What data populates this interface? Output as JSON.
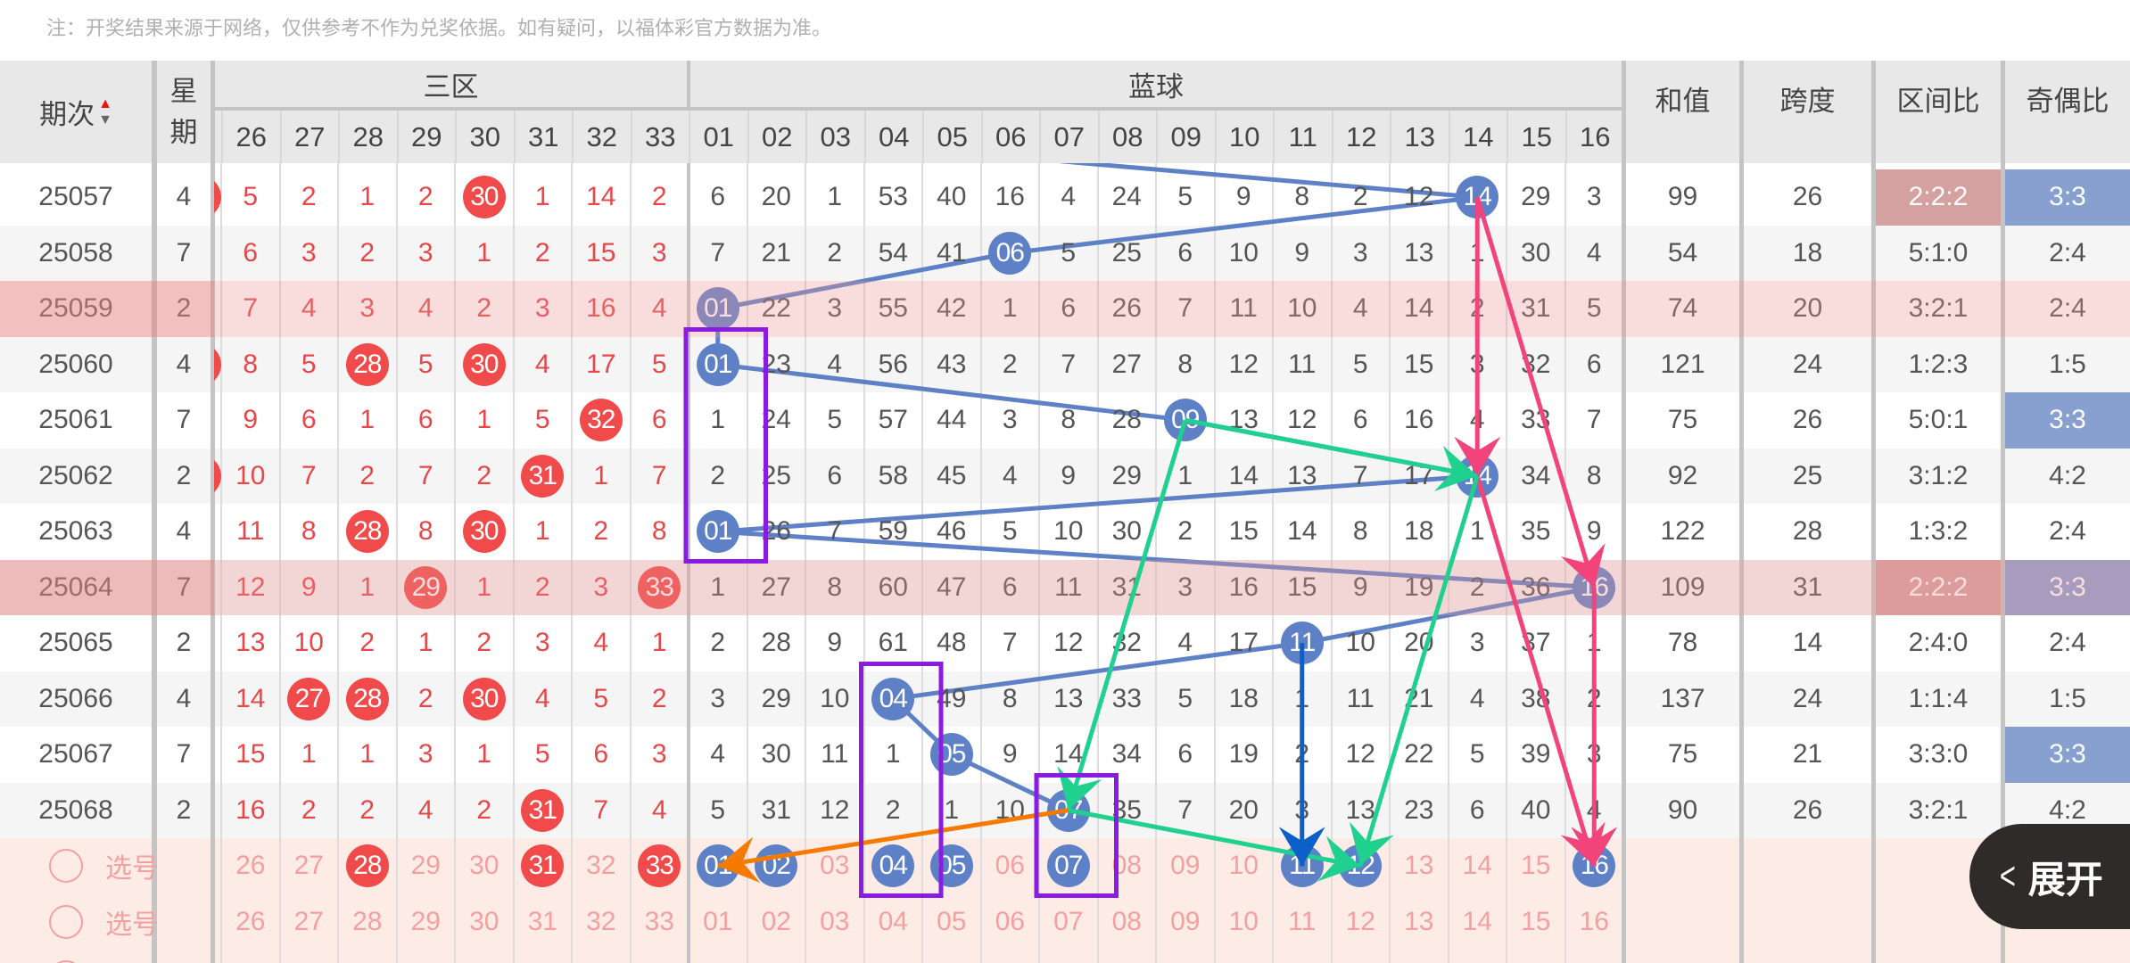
{
  "note": "注：开奖结果来源于网络，仅供参考不作为兑奖依据。如有疑问，以福体彩官方数据为准。",
  "header": {
    "period_label": "期次",
    "week_label": "星期",
    "red_zone_label": "三区",
    "blue_zone_label": "蓝球",
    "red_numbers": [
      "26",
      "27",
      "28",
      "29",
      "30",
      "31",
      "32",
      "33"
    ],
    "blue_numbers": [
      "01",
      "02",
      "03",
      "04",
      "05",
      "06",
      "07",
      "08",
      "09",
      "10",
      "11",
      "12",
      "13",
      "14",
      "15",
      "16"
    ],
    "sum_label": "和值",
    "span_label": "跨度",
    "zone_ratio_label": "区间比",
    "odd_even_label": "奇偶比",
    "sort_icon": "sort-up-down-icon"
  },
  "rows": [
    {
      "period": "25057",
      "week": "4",
      "red": [
        "5",
        "2",
        "1",
        "2",
        "30",
        "1",
        "14",
        "2"
      ],
      "red_hits": [
        "30"
      ],
      "blue": [
        "6",
        "20",
        "1",
        "53",
        "40",
        "16",
        "4",
        "24",
        "5",
        "9",
        "8",
        "2",
        "12",
        "14",
        "29",
        "3"
      ],
      "blue_hit": "14",
      "sum": "99",
      "span": "26",
      "zone_ratio": "2:2:2",
      "zone_ratio_marked": true,
      "odd_even": "3:3",
      "odd_even_marked": true,
      "highlighted": false
    },
    {
      "period": "25058",
      "week": "7",
      "red": [
        "6",
        "3",
        "2",
        "3",
        "1",
        "2",
        "15",
        "3"
      ],
      "red_hits": [],
      "blue": [
        "7",
        "21",
        "2",
        "54",
        "41",
        "06",
        "5",
        "25",
        "6",
        "10",
        "9",
        "3",
        "13",
        "1",
        "30",
        "4"
      ],
      "blue_hit": "06",
      "sum": "54",
      "span": "18",
      "zone_ratio": "5:1:0",
      "zone_ratio_marked": false,
      "odd_even": "2:4",
      "odd_even_marked": false,
      "highlighted": false
    },
    {
      "period": "25059",
      "week": "2",
      "red": [
        "7",
        "4",
        "3",
        "4",
        "2",
        "3",
        "16",
        "4"
      ],
      "red_hits": [],
      "blue": [
        "01",
        "22",
        "3",
        "55",
        "42",
        "1",
        "6",
        "26",
        "7",
        "11",
        "10",
        "4",
        "14",
        "2",
        "31",
        "5"
      ],
      "blue_hit": "01",
      "sum": "74",
      "span": "20",
      "zone_ratio": "3:2:1",
      "zone_ratio_marked": false,
      "odd_even": "2:4",
      "odd_even_marked": false,
      "highlighted": true
    },
    {
      "period": "25060",
      "week": "4",
      "red": [
        "8",
        "5",
        "28",
        "5",
        "30",
        "4",
        "17",
        "5"
      ],
      "red_hits": [
        "28",
        "30"
      ],
      "blue": [
        "01",
        "23",
        "4",
        "56",
        "43",
        "2",
        "7",
        "27",
        "8",
        "12",
        "11",
        "5",
        "15",
        "3",
        "32",
        "6"
      ],
      "blue_hit": "01",
      "sum": "121",
      "span": "24",
      "zone_ratio": "1:2:3",
      "zone_ratio_marked": false,
      "odd_even": "1:5",
      "odd_even_marked": false,
      "highlighted": false
    },
    {
      "period": "25061",
      "week": "7",
      "red": [
        "9",
        "6",
        "1",
        "6",
        "1",
        "5",
        "32",
        "6"
      ],
      "red_hits": [
        "32"
      ],
      "blue": [
        "1",
        "24",
        "5",
        "57",
        "44",
        "3",
        "8",
        "28",
        "09",
        "13",
        "12",
        "6",
        "16",
        "4",
        "33",
        "7"
      ],
      "blue_hit": "09",
      "sum": "75",
      "span": "26",
      "zone_ratio": "5:0:1",
      "zone_ratio_marked": false,
      "odd_even": "3:3",
      "odd_even_marked": true,
      "highlighted": false
    },
    {
      "period": "25062",
      "week": "2",
      "red": [
        "10",
        "7",
        "2",
        "7",
        "2",
        "31",
        "1",
        "7"
      ],
      "red_hits": [
        "31"
      ],
      "blue": [
        "2",
        "25",
        "6",
        "58",
        "45",
        "4",
        "9",
        "29",
        "1",
        "14",
        "13",
        "7",
        "17",
        "14",
        "34",
        "8"
      ],
      "blue_hit": "14",
      "sum": "92",
      "span": "25",
      "zone_ratio": "3:1:2",
      "zone_ratio_marked": false,
      "odd_even": "4:2",
      "odd_even_marked": false,
      "highlighted": false
    },
    {
      "period": "25063",
      "week": "4",
      "red": [
        "11",
        "8",
        "28",
        "8",
        "30",
        "1",
        "2",
        "8"
      ],
      "red_hits": [
        "28",
        "30"
      ],
      "blue": [
        "01",
        "26",
        "7",
        "59",
        "46",
        "5",
        "10",
        "30",
        "2",
        "15",
        "14",
        "8",
        "18",
        "1",
        "35",
        "9"
      ],
      "blue_hit": "01",
      "sum": "122",
      "span": "28",
      "zone_ratio": "1:3:2",
      "zone_ratio_marked": false,
      "odd_even": "2:4",
      "odd_even_marked": false,
      "highlighted": false
    },
    {
      "period": "25064",
      "week": "7",
      "red": [
        "12",
        "9",
        "1",
        "29",
        "1",
        "2",
        "3",
        "33"
      ],
      "red_hits": [
        "29",
        "33"
      ],
      "blue": [
        "1",
        "27",
        "8",
        "60",
        "47",
        "6",
        "11",
        "31",
        "3",
        "16",
        "15",
        "9",
        "19",
        "2",
        "36",
        "16"
      ],
      "blue_hit": "16",
      "sum": "109",
      "span": "31",
      "zone_ratio": "2:2:2",
      "zone_ratio_marked": true,
      "odd_even": "3:3",
      "odd_even_marked": true,
      "highlighted": true
    },
    {
      "period": "25065",
      "week": "2",
      "red": [
        "13",
        "10",
        "2",
        "1",
        "2",
        "3",
        "4",
        "1"
      ],
      "red_hits": [],
      "blue": [
        "2",
        "28",
        "9",
        "61",
        "48",
        "7",
        "12",
        "32",
        "4",
        "17",
        "11",
        "10",
        "20",
        "3",
        "37",
        "1"
      ],
      "blue_hit": "11",
      "sum": "78",
      "span": "14",
      "zone_ratio": "2:4:0",
      "zone_ratio_marked": false,
      "odd_even": "2:4",
      "odd_even_marked": false,
      "highlighted": false
    },
    {
      "period": "25066",
      "week": "4",
      "red": [
        "14",
        "27",
        "28",
        "2",
        "30",
        "4",
        "5",
        "2"
      ],
      "red_hits": [
        "27",
        "28",
        "30"
      ],
      "blue": [
        "3",
        "29",
        "10",
        "04",
        "49",
        "8",
        "13",
        "33",
        "5",
        "18",
        "1",
        "11",
        "21",
        "4",
        "38",
        "2"
      ],
      "blue_hit": "04",
      "sum": "137",
      "span": "24",
      "zone_ratio": "1:1:4",
      "zone_ratio_marked": false,
      "odd_even": "1:5",
      "odd_even_marked": false,
      "highlighted": false
    },
    {
      "period": "25067",
      "week": "7",
      "red": [
        "15",
        "1",
        "1",
        "3",
        "1",
        "5",
        "6",
        "3"
      ],
      "red_hits": [],
      "blue": [
        "4",
        "30",
        "11",
        "1",
        "05",
        "9",
        "14",
        "34",
        "6",
        "19",
        "2",
        "12",
        "22",
        "5",
        "39",
        "3"
      ],
      "blue_hit": "05",
      "sum": "75",
      "span": "21",
      "zone_ratio": "3:3:0",
      "zone_ratio_marked": false,
      "odd_even": "3:3",
      "odd_even_marked": true,
      "highlighted": false
    },
    {
      "period": "25068",
      "week": "2",
      "red": [
        "16",
        "2",
        "2",
        "4",
        "2",
        "31",
        "7",
        "4"
      ],
      "red_hits": [
        "31"
      ],
      "blue": [
        "5",
        "31",
        "12",
        "2",
        "1",
        "10",
        "07",
        "35",
        "7",
        "20",
        "3",
        "13",
        "23",
        "6",
        "40",
        "4"
      ],
      "blue_hit": "07",
      "sum": "90",
      "span": "26",
      "zone_ratio": "3:2:1",
      "zone_ratio_marked": false,
      "odd_even": "4:2",
      "odd_even_marked": false,
      "highlighted": false
    }
  ],
  "select_rows": [
    {
      "label": "选号",
      "red_selected": [
        "28",
        "31",
        "33"
      ],
      "blue_selected": [
        "01",
        "02",
        "04",
        "05",
        "07",
        "11",
        "12",
        "16"
      ]
    },
    {
      "label": "选号",
      "red_selected": [],
      "blue_selected": []
    }
  ],
  "annotations": {
    "arrows": [
      {
        "color": "pink",
        "from": [
          "25057",
          "14"
        ],
        "to": [
          "25062",
          "14"
        ]
      },
      {
        "color": "pink",
        "from": [
          "25057",
          "14"
        ],
        "to": [
          "25064",
          "16"
        ]
      },
      {
        "color": "pink",
        "from": [
          "25062",
          "14"
        ],
        "to": [
          "select-1",
          "16"
        ]
      },
      {
        "color": "pink",
        "from": [
          "25064",
          "16"
        ],
        "to": [
          "select-1",
          "16"
        ]
      },
      {
        "color": "green",
        "from": [
          "25061",
          "09"
        ],
        "to": [
          "25062",
          "14"
        ]
      },
      {
        "color": "green",
        "from": [
          "25061",
          "09"
        ],
        "to": [
          "25068",
          "07"
        ]
      },
      {
        "color": "green",
        "from": [
          "25068",
          "07"
        ],
        "to": [
          "select-1",
          "12"
        ]
      },
      {
        "color": "green",
        "from": [
          "25062",
          "14"
        ],
        "to": [
          "select-1",
          "12"
        ]
      },
      {
        "color": "dark-blue",
        "from": [
          "25065",
          "11"
        ],
        "to": [
          "select-1",
          "11"
        ]
      },
      {
        "color": "orange",
        "from": [
          "25068",
          "07"
        ],
        "to": [
          "select-1",
          "01"
        ]
      }
    ],
    "boxes": [
      {
        "col": "01",
        "from": "25060",
        "to": "25063"
      },
      {
        "col": "04",
        "from": "25066",
        "to": "select-1"
      },
      {
        "col": "07",
        "from": "25068",
        "to": "select-1"
      }
    ]
  },
  "expand_button": {
    "label": "展开",
    "icon": "chevron-left-icon"
  },
  "colors": {
    "red_ball": "#f04a4a",
    "blue_ball": "#5d80c6",
    "chain_line": "#5d80c6",
    "pink": "#f2447a",
    "green": "#1fd08e",
    "dark-blue": "#0a5fc8",
    "orange": "#f77a00",
    "box": "#8a1be0",
    "zone_ratio_mark": "#d4a0a0",
    "odd_even_mark": "#87a0d0",
    "highlight_row": "#f6d8d8",
    "select_bg": "#fdece6"
  }
}
